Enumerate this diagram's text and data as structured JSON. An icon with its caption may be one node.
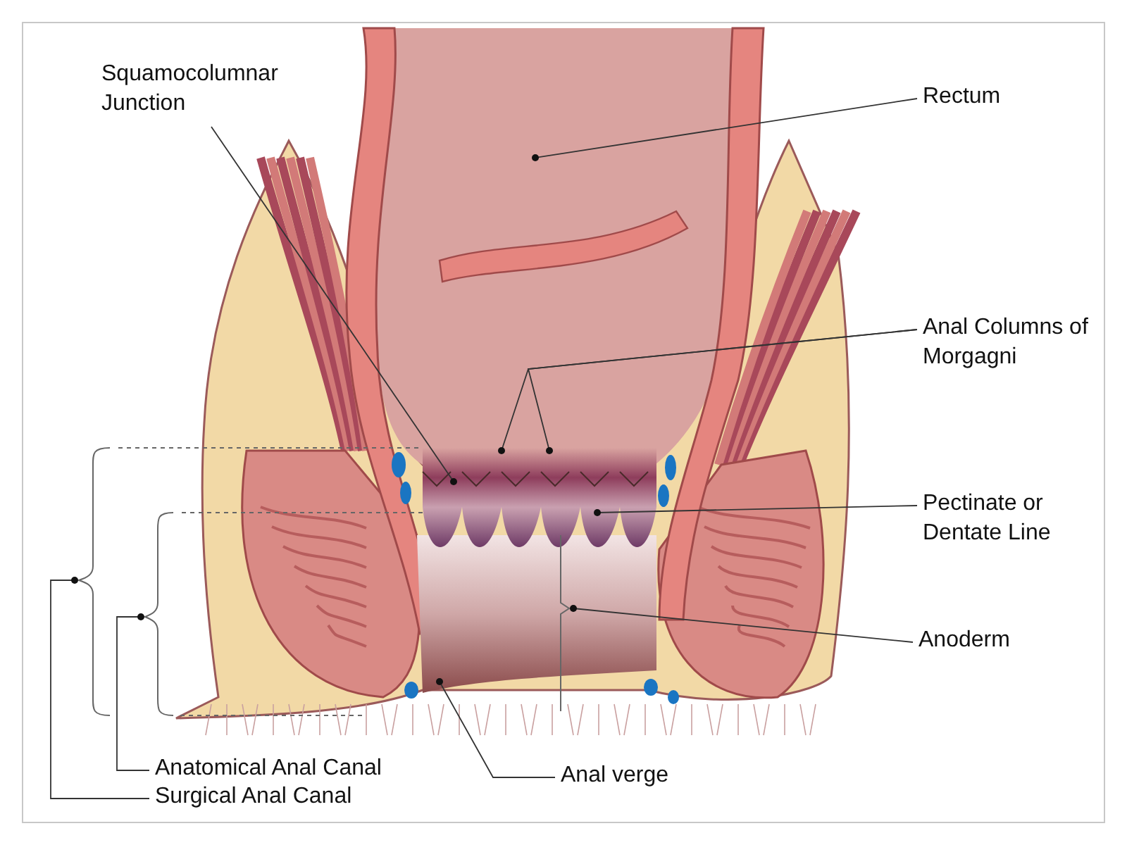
{
  "diagram": {
    "nodes": [
      {
        "text": [
          "Squamocolumnar Junction"
        ]
      },
      {
        "text": [
          "Rectum"
        ]
      },
      {
        "text": [
          "Anal Columns of Morgagni"
        ]
      },
      {
        "text": [
          "Pectinate or Dentate Line"
        ]
      },
      {
        "text": [
          "Anoderm"
        ]
      },
      {
        "text": [
          "Anal verge"
        ]
      },
      {
        "text": [
          "Anatomical Anal Canal"
        ]
      },
      {
        "text": [
          "Surgical Anal Canal"
        ]
      },
      {
        "text": [],
        "shape": "bracket"
      },
      {
        "text": [],
        "shape": "bracket"
      },
      {
        "text": [],
        "shape": "bracket"
      }
    ],
    "edges": [
      {
        "from": 0,
        "to": null,
        "arrow": "other"
      },
      {
        "from": 1,
        "to": null,
        "arrow": "other"
      },
      {
        "from": 2,
        "to": null,
        "arrow": "other"
      },
      {
        "from": 2,
        "to": null,
        "arrow": "other"
      },
      {
        "from": 3,
        "to": null,
        "arrow": "other"
      },
      {
        "from": 4,
        "to": 10,
        "arrow": "other"
      },
      {
        "from": 5,
        "to": null,
        "arrow": "other"
      },
      {
        "from": 6,
        "to": 9,
        "arrow": "other"
      },
      {
        "from": 7,
        "to": 8,
        "arrow": "other"
      }
    ]
  }
}
